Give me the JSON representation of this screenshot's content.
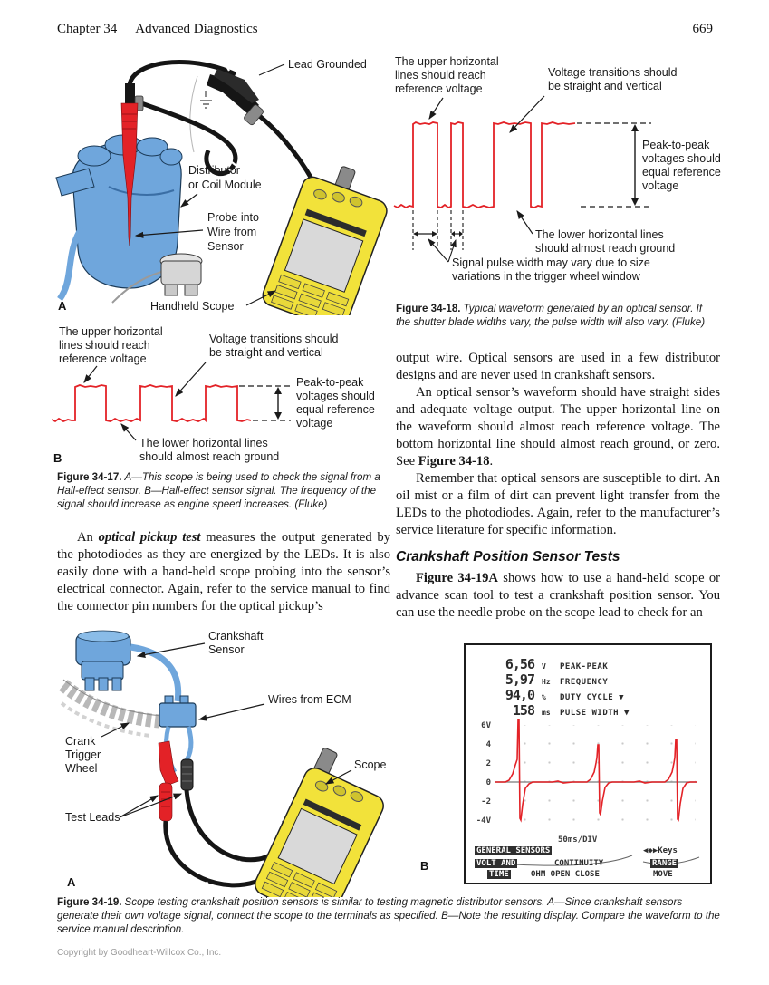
{
  "page": {
    "header": {
      "chapter": "Chapter 34",
      "title": "Advanced Diagnostics",
      "page_number": "669"
    },
    "copyright": "Copyright by Goodheart-Willcox Co., Inc."
  },
  "colors": {
    "waveform_red": "#e32227",
    "device_blue": "#6fa6dc",
    "device_yellow": "#f2e23a",
    "screen_gray": "#d9d9d9"
  },
  "figure_17a": {
    "labels": {
      "lead_grounded": "Lead Grounded",
      "distributor": [
        "Distributor",
        "or Coil Module"
      ],
      "probe": [
        "Probe into",
        "Wire from",
        "Sensor"
      ],
      "handheld_scope": "Handheld Scope",
      "panel": "A"
    }
  },
  "figure_17b": {
    "labels": {
      "upper": [
        "The upper horizontal",
        "lines should reach",
        "reference voltage"
      ],
      "transitions": [
        "Voltage transitions should",
        "be straight and vertical"
      ],
      "peak": [
        "Peak-to-peak",
        "voltages should",
        "equal reference",
        "voltage"
      ],
      "lower": [
        "The lower horizontal lines",
        "should almost reach ground"
      ],
      "panel": "B"
    }
  },
  "caption_17": {
    "lead": "Figure 34-17.",
    "body": "A—This scope is being used to check the signal from a Hall-effect sensor. B—Hall-effect sensor signal. The frequency of the signal should increase as engine speed increases. (Fluke)"
  },
  "figure_18": {
    "labels": {
      "upper": [
        "The upper horizontal",
        "lines should reach",
        "reference voltage"
      ],
      "transitions": [
        "Voltage transitions should",
        "be straight and vertical"
      ],
      "peak": [
        "Peak-to-peak",
        "voltages should",
        "equal reference",
        "voltage"
      ],
      "lower": [
        "The lower horizontal lines",
        "should almost reach ground"
      ],
      "pulse": [
        "Signal pulse width may vary due to size",
        "variations in the trigger wheel window"
      ]
    }
  },
  "caption_18": {
    "lead": "Figure 34-18.",
    "body": "Typical waveform generated by an optical sensor. If the shutter blade widths vary, the pulse width will also vary. (Fluke)"
  },
  "left_column": {
    "para": {
      "pre": "An ",
      "term": "optical pickup test",
      "post": " measures the output generated by the photodiodes as they are energized by the LEDs. It is also easily done with a hand-held scope probing into the sensor’s electrical connector. Again, refer to the service manual to find the connector pin numbers for the optical pickup’s"
    }
  },
  "right_column": {
    "para1": "output wire. Optical sensors are used in a few distributor designs and are never used in crankshaft sensors.",
    "para2_pre": "An optical sensor’s waveform should have straight sides and adequate voltage output. The upper horizontal line on the waveform should almost reach reference voltage. The bottom horizontal line should almost reach ground, or zero. See ",
    "para2_ref": "Figure 34-18",
    "para2_post": ".",
    "para3": "Remember that optical sensors are susceptible to dirt. An oil mist or a film of dirt can prevent light transfer from the LEDs to the photodiodes. Again, refer to the manufacturer’s service literature for specific information.",
    "heading": "Crankshaft Position Sensor Tests",
    "para4_ref": "Figure 34-19A",
    "para4_post": " shows how to use a hand-held scope or advance scan tool to test a crankshaft position sensor. You can use the needle probe on the scope lead to check for an"
  },
  "figure_19a": {
    "labels": {
      "crankshaft_sensor": [
        "Crankshaft",
        "Sensor"
      ],
      "wires": "Wires from ECM",
      "trigger_wheel": [
        "Crank",
        "Trigger",
        "Wheel"
      ],
      "test_leads": "Test Leads",
      "scope": "Scope",
      "panel": "A"
    }
  },
  "figure_19b": {
    "panel": "B",
    "readings": [
      {
        "value": "6,56",
        "unit": "V",
        "label": "PEAK-PEAK"
      },
      {
        "value": "5,97",
        "unit": "Hz",
        "label": "FREQUENCY"
      },
      {
        "value": "94,0",
        "unit": "%",
        "label": "DUTY CYCLE ▼"
      },
      {
        "value": "158",
        "unit": "ms",
        "label": "PULSE WIDTH ▼"
      }
    ],
    "y_ticks": [
      "6V",
      "4",
      "2",
      "0",
      "-2",
      "-4V"
    ],
    "time_div": "50ms/DIV",
    "menu": {
      "group": "GENERAL SENSORS",
      "keys": "◀◆▶Keys",
      "left_top": "VOLT AND",
      "left_bottom": "TIME",
      "mid_top": "CONTINUITY",
      "mid_bottom": "OHM OPEN CLOSE",
      "right_top": "RANGE",
      "right_bottom": "MOVE"
    }
  },
  "caption_19": {
    "lead": "Figure 34-19.",
    "body": "Scope testing crankshaft position sensors is similar to testing magnetic distributor sensors. A—Since crankshaft sensors generate their own voltage signal, connect the scope to the terminals as specified. B—Note the resulting display. Compare the waveform to the service manual description."
  },
  "chart_data": {
    "type": "line",
    "title": "Crankshaft position sensor waveform (Figure 34-19 B scope screen)",
    "x_units": "50ms/DIV",
    "y_ticks": [
      "6V",
      "4",
      "2",
      "0",
      "-2",
      "-4V"
    ],
    "readings": {
      "peak_peak_v": 6.56,
      "frequency_hz": 5.97,
      "duty_cycle_pct": 94.0,
      "pulse_width_ms": 158
    },
    "description": "Three AC spikes: slow rise to ~+2 V, sharp spike to ~+4…6 V, plunge to ~−3…−4 V, return to 0 V baseline; events roughly every 3.5 divisions"
  }
}
